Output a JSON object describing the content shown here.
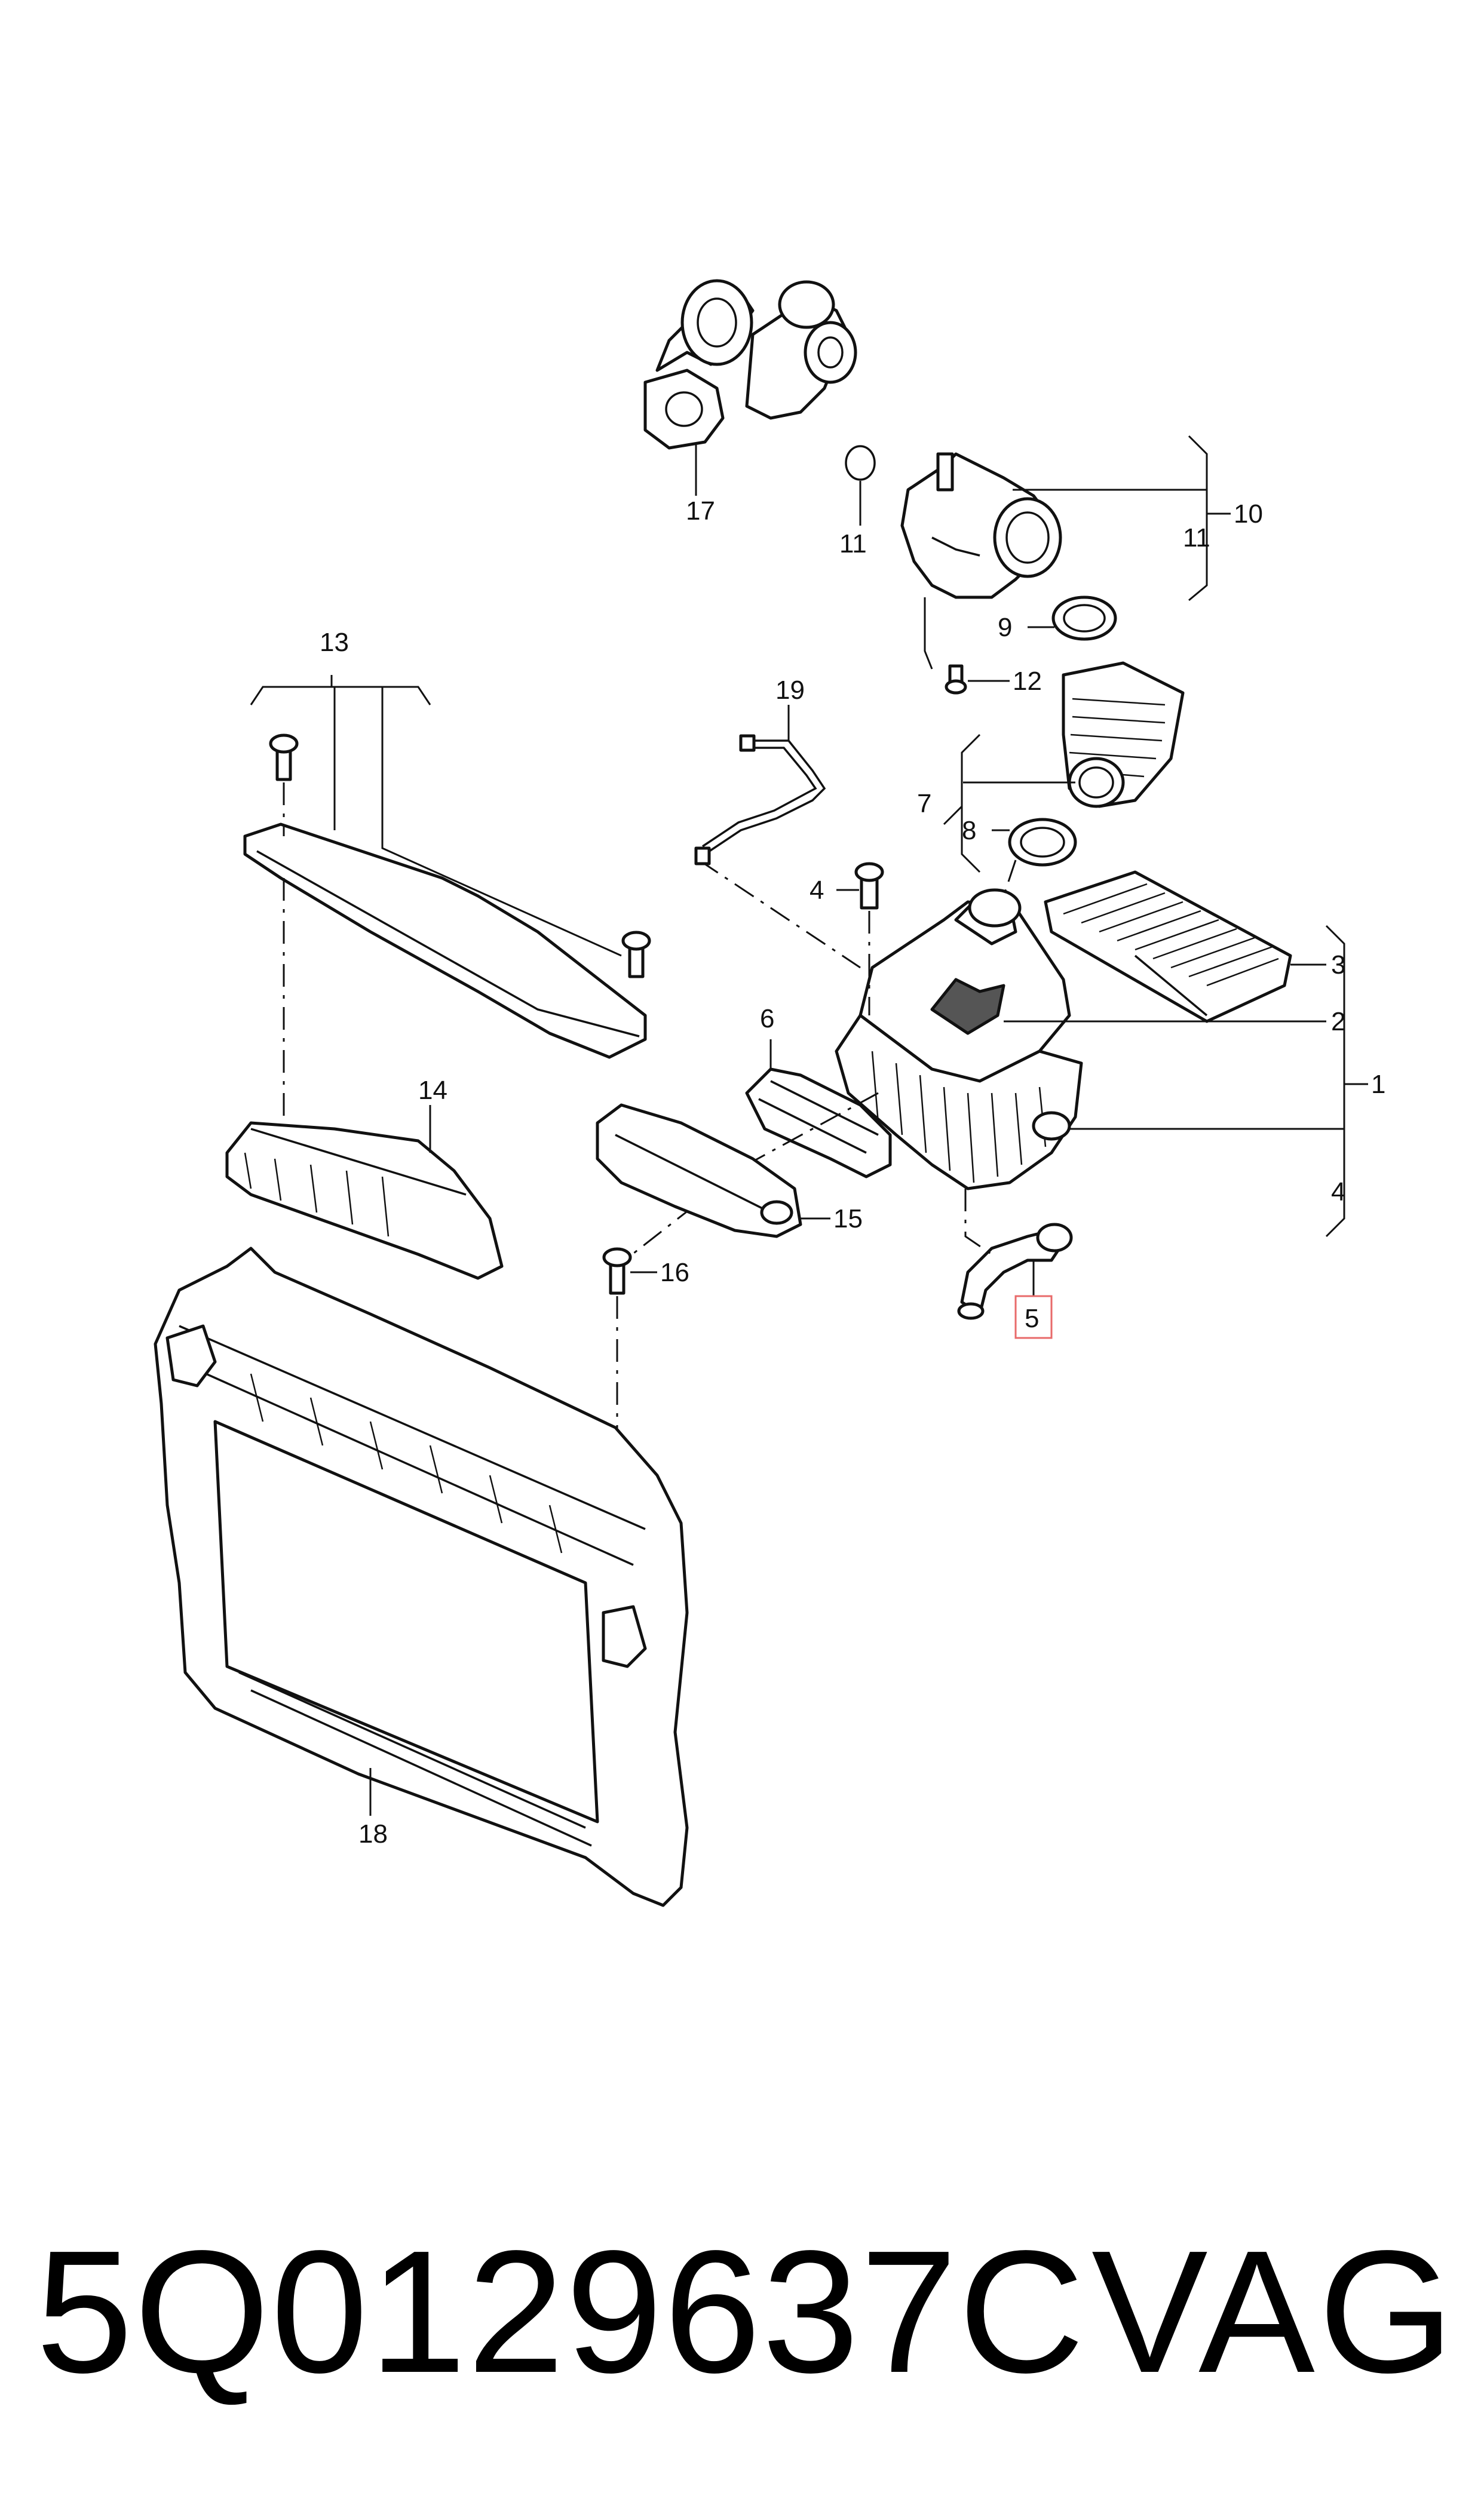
{
  "diagram": {
    "callouts": {
      "c1": "1",
      "c2": "2",
      "c3": "3",
      "c4a": "4",
      "c4b": "4",
      "c5": "5",
      "c6": "6",
      "c7": "7",
      "c8": "8",
      "c9": "9",
      "c10": "10",
      "c11a": "11",
      "c11b": "11",
      "c12": "12",
      "c13": "13",
      "c14": "14",
      "c15": "15",
      "c16": "16",
      "c17": "17",
      "c18": "18",
      "c19": "19"
    },
    "highlight_color": "#e86a6a"
  },
  "footer": {
    "part_number": "5Q0129637C",
    "brand": "VAG"
  }
}
